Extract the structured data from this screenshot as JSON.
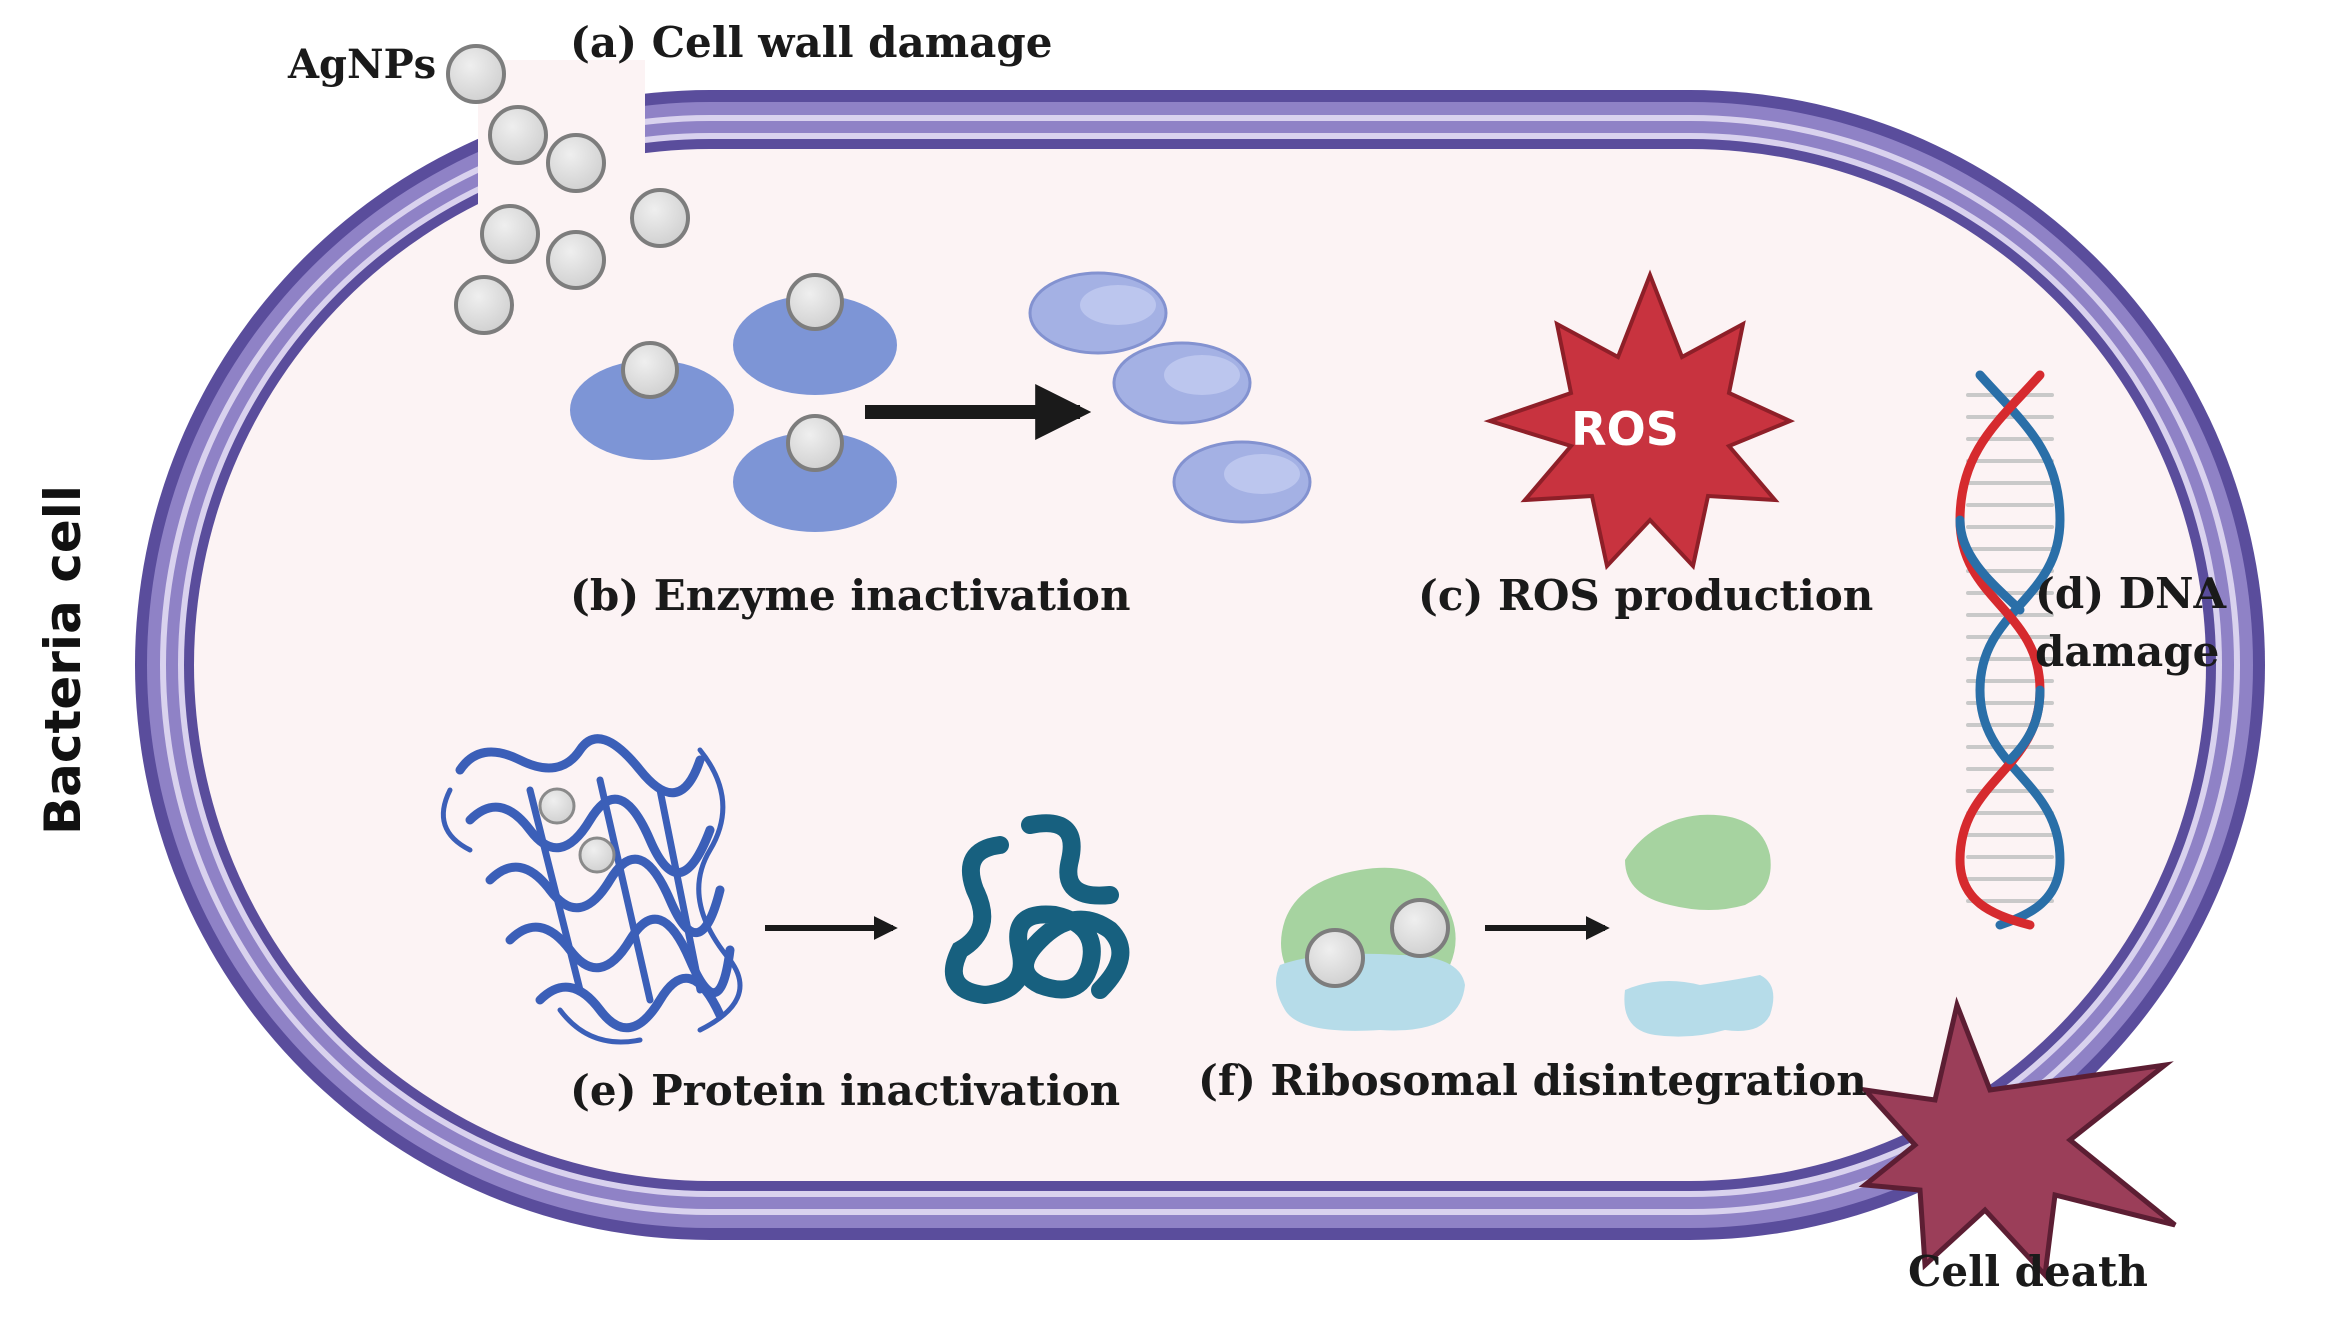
{
  "labels": {
    "agnps": "AgNPs",
    "cell_wall_damage": "(a) Cell wall damage",
    "enzyme_inactivation": "(b) Enzyme inactivation",
    "ros_production": "(c) ROS production",
    "ros": "ROS",
    "dna_line1": "(d) DNA",
    "dna_line2": "damage",
    "protein_inactivation": "(e) Protein inactivation",
    "ribosomal_disintegration": "(f) Ribosomal disintegration",
    "cell_death": "Cell death",
    "bacteria_cell": "Bacteria cell"
  },
  "colors": {
    "membrane_dark": "#5a4d9c",
    "membrane_light": "#8f82c6",
    "membrane_pale": "#d9d2ee",
    "cytoplasm": "#fcf3f4",
    "agnp_fill": "#dcdcdc",
    "agnp_stroke": "#7d7d7d",
    "enzyme": "#7d95d6",
    "enzyme_fragment": "#a4b1e4",
    "ros_star": "#c8333f",
    "dna_red": "#d62a2e",
    "dna_blue": "#2a6fa8",
    "protein": "#3b5fb8",
    "protein_denatured": "#17607f",
    "ribosome_green": "#a6d3a0",
    "ribosome_blue": "#b6dce9",
    "death_star": "#9b3e59"
  },
  "icons": [
    "silver-nanoparticle-icon",
    "enzyme-icon",
    "ros-burst-icon",
    "dna-helix-icon",
    "protein-icon",
    "ribosome-icon",
    "cell-death-burst-icon",
    "arrow-icon"
  ]
}
